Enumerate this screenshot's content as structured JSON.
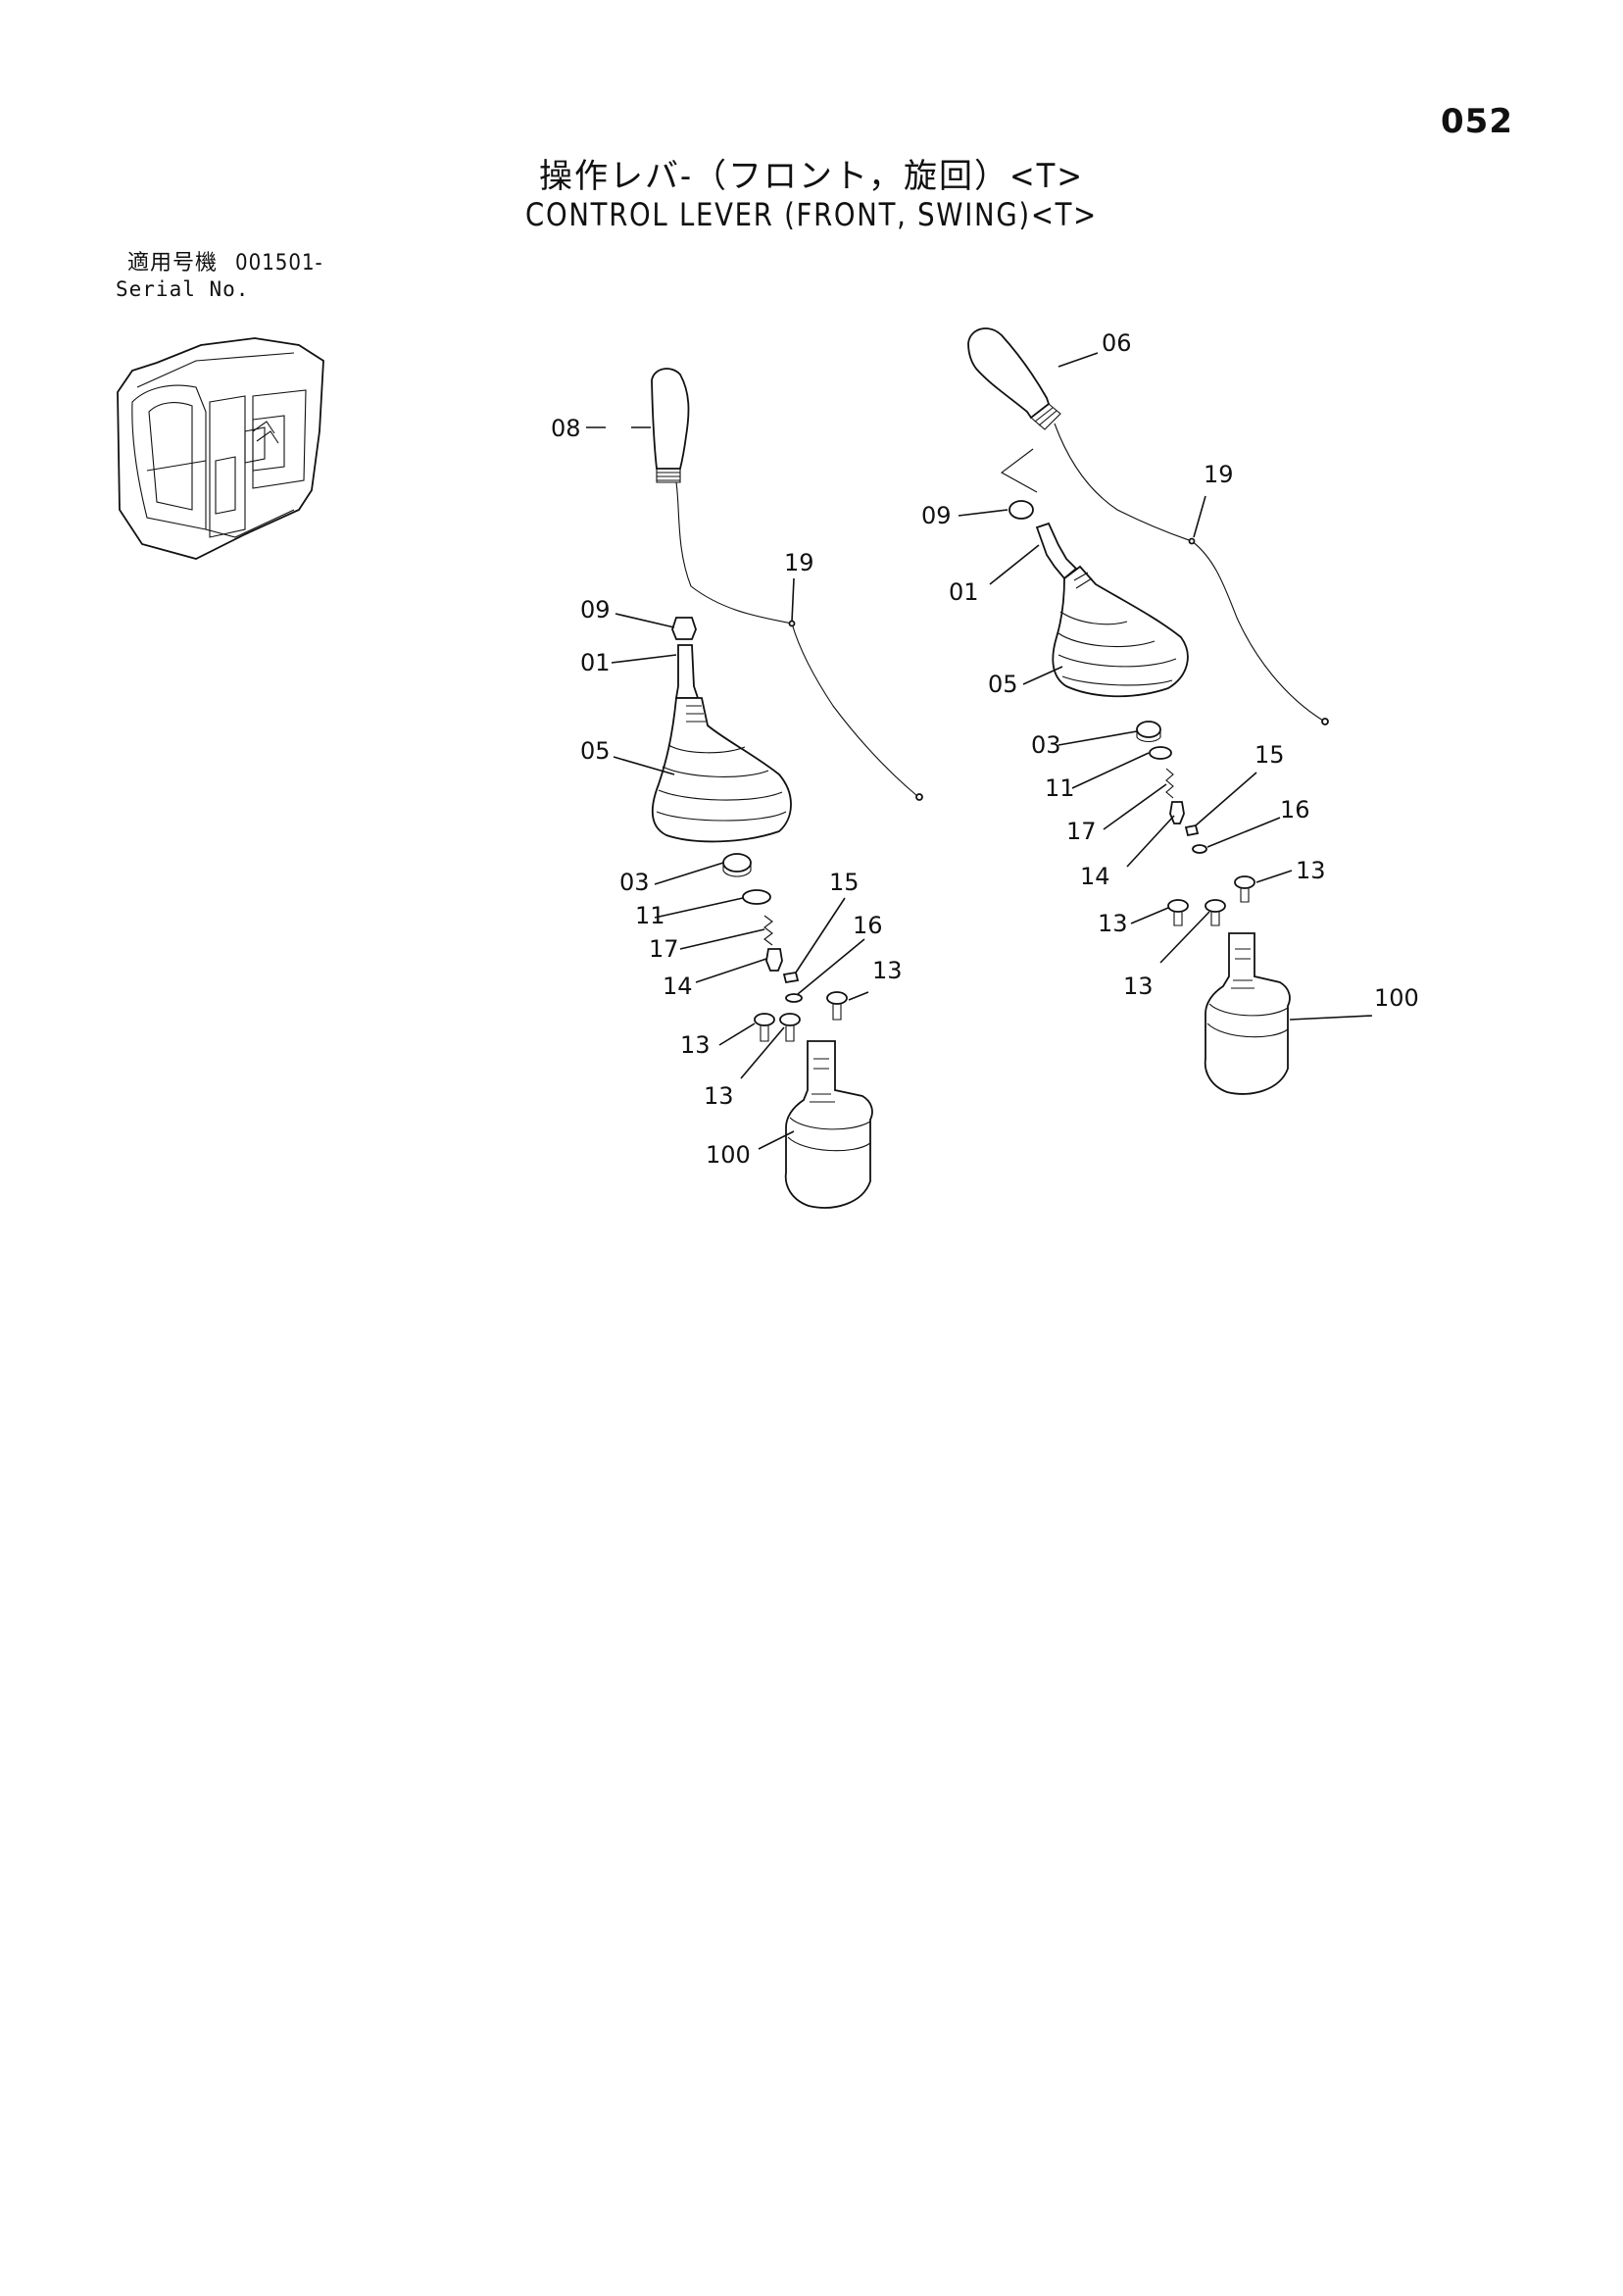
{
  "page": {
    "number": "052",
    "title_jp": "操作レバ-（フロント，旋回）<T>",
    "title_en": "CONTROL LEVER (FRONT, SWING)<T>"
  },
  "serial": {
    "label_jp": "適用号機",
    "range": "001501-",
    "label_en": "Serial No."
  },
  "callouts": {
    "left": {
      "c08": "08",
      "c19": "19",
      "c09": "09",
      "c01": "01",
      "c05": "05",
      "c03": "03",
      "c11": "11",
      "c17": "17",
      "c14": "14",
      "c15": "15",
      "c16": "16",
      "c13a": "13",
      "c13b": "13",
      "c13c": "13",
      "c100": "100"
    },
    "right": {
      "c06": "06",
      "c19": "19",
      "c09": "09",
      "c01": "01",
      "c05": "05",
      "c03": "03",
      "c11": "11",
      "c17": "17",
      "c14": "14",
      "c15": "15",
      "c16": "16",
      "c13a": "13",
      "c13b": "13",
      "c13c": "13",
      "c100": "100"
    }
  }
}
